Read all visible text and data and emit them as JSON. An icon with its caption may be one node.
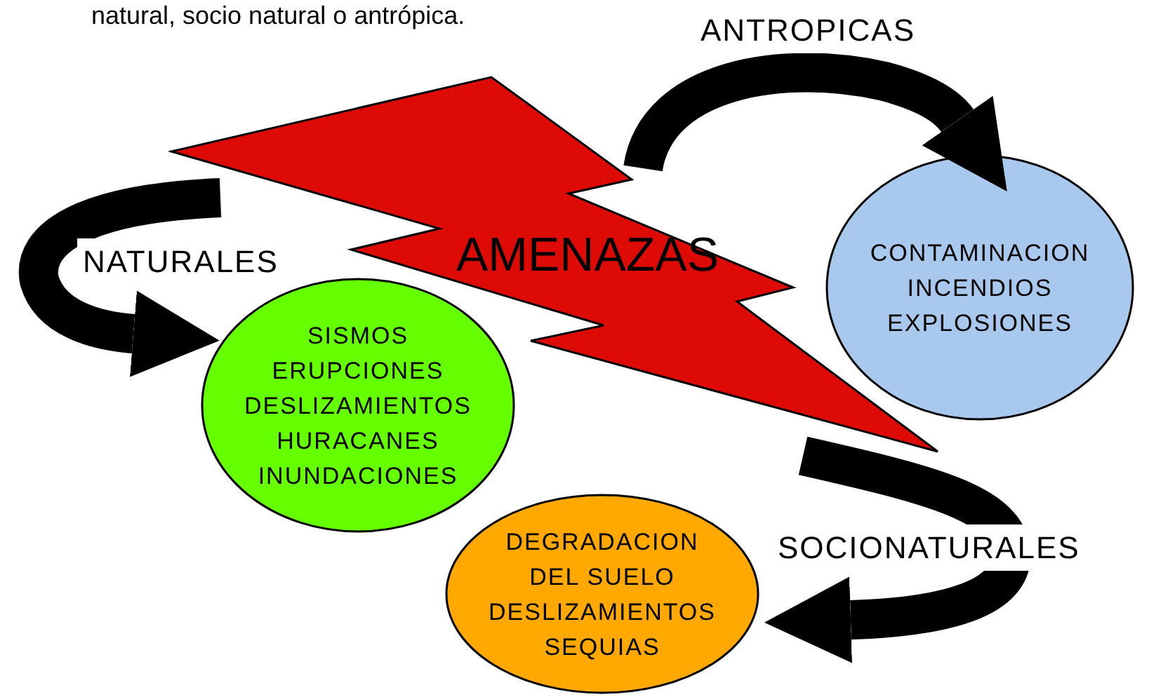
{
  "diagram": {
    "nodes": [
      {
        "text": [
          "AMENAZAS"
        ]
      },
      {
        "text": [
          "SISMOS",
          "ERUPCIONES",
          "DESLIZAMIENTOS",
          "HURACANES",
          "INUNDACIONES"
        ]
      },
      {
        "text": [
          "CONTAMINACION",
          "INCENDIOS",
          "EXPLOSIONES"
        ]
      },
      {
        "text": [
          "DEGRADACION",
          "DEL SUELO",
          "DESLIZAMIENTOS",
          "SEQUIAS"
        ]
      }
    ],
    "edges": [
      {
        "from": 0,
        "to": 1,
        "arrow": "to",
        "label": "NATURALES"
      },
      {
        "from": 0,
        "to": 2,
        "arrow": "to",
        "label": "ANTROPICAS"
      },
      {
        "from": 0,
        "to": 3,
        "arrow": "to",
        "label": "SOCIONATURALES"
      }
    ],
    "labels": [
      "natural, socio natural o antrópica."
    ]
  }
}
